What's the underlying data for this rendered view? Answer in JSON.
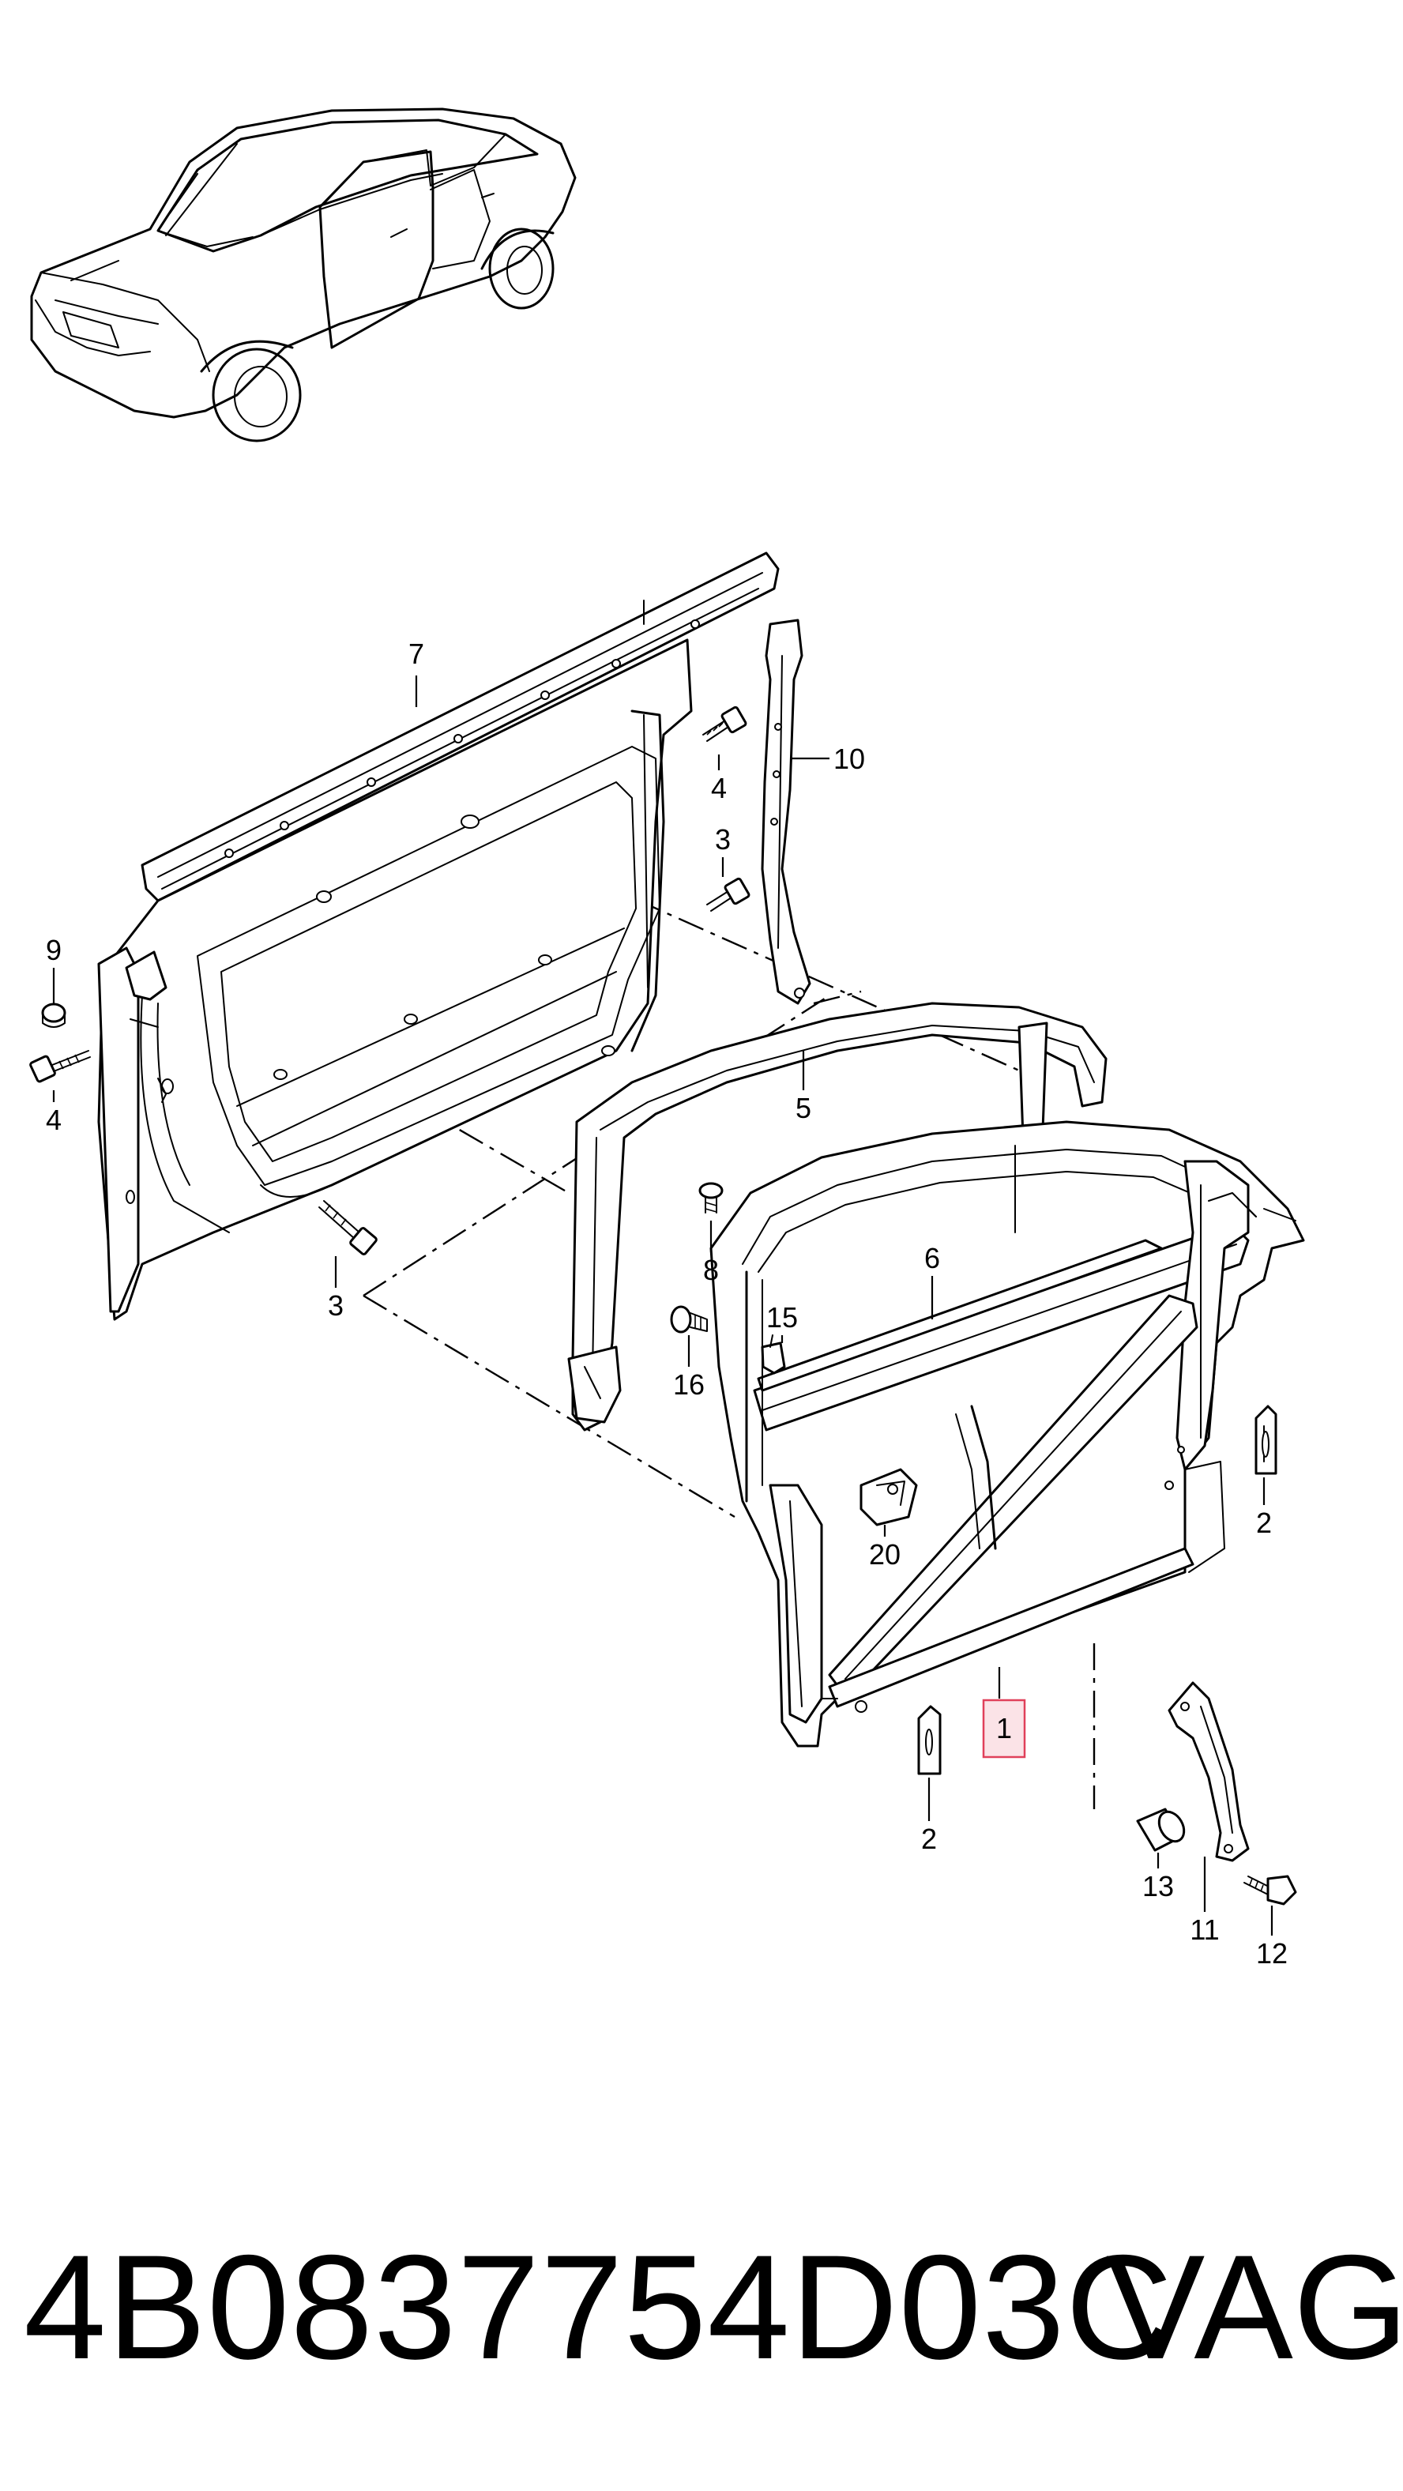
{
  "diagram": {
    "callouts": [
      {
        "id": "7",
        "label": "7"
      },
      {
        "id": "10",
        "label": "10"
      },
      {
        "id": "4a",
        "label": "4"
      },
      {
        "id": "3a",
        "label": "3"
      },
      {
        "id": "9",
        "label": "9"
      },
      {
        "id": "4b",
        "label": "4"
      },
      {
        "id": "5",
        "label": "5"
      },
      {
        "id": "3b",
        "label": "3"
      },
      {
        "id": "8",
        "label": "8"
      },
      {
        "id": "6",
        "label": "6"
      },
      {
        "id": "15",
        "label": "15"
      },
      {
        "id": "16",
        "label": "16"
      },
      {
        "id": "20",
        "label": "20"
      },
      {
        "id": "2a",
        "label": "2"
      },
      {
        "id": "1",
        "label": "1",
        "highlighted": true
      },
      {
        "id": "2b",
        "label": "2"
      },
      {
        "id": "13",
        "label": "13"
      },
      {
        "id": "11",
        "label": "11"
      },
      {
        "id": "12",
        "label": "12"
      }
    ],
    "highlight_color": "#e0405a"
  },
  "footer": {
    "part_number": "4B0837754D03C",
    "brand": "VAG"
  }
}
